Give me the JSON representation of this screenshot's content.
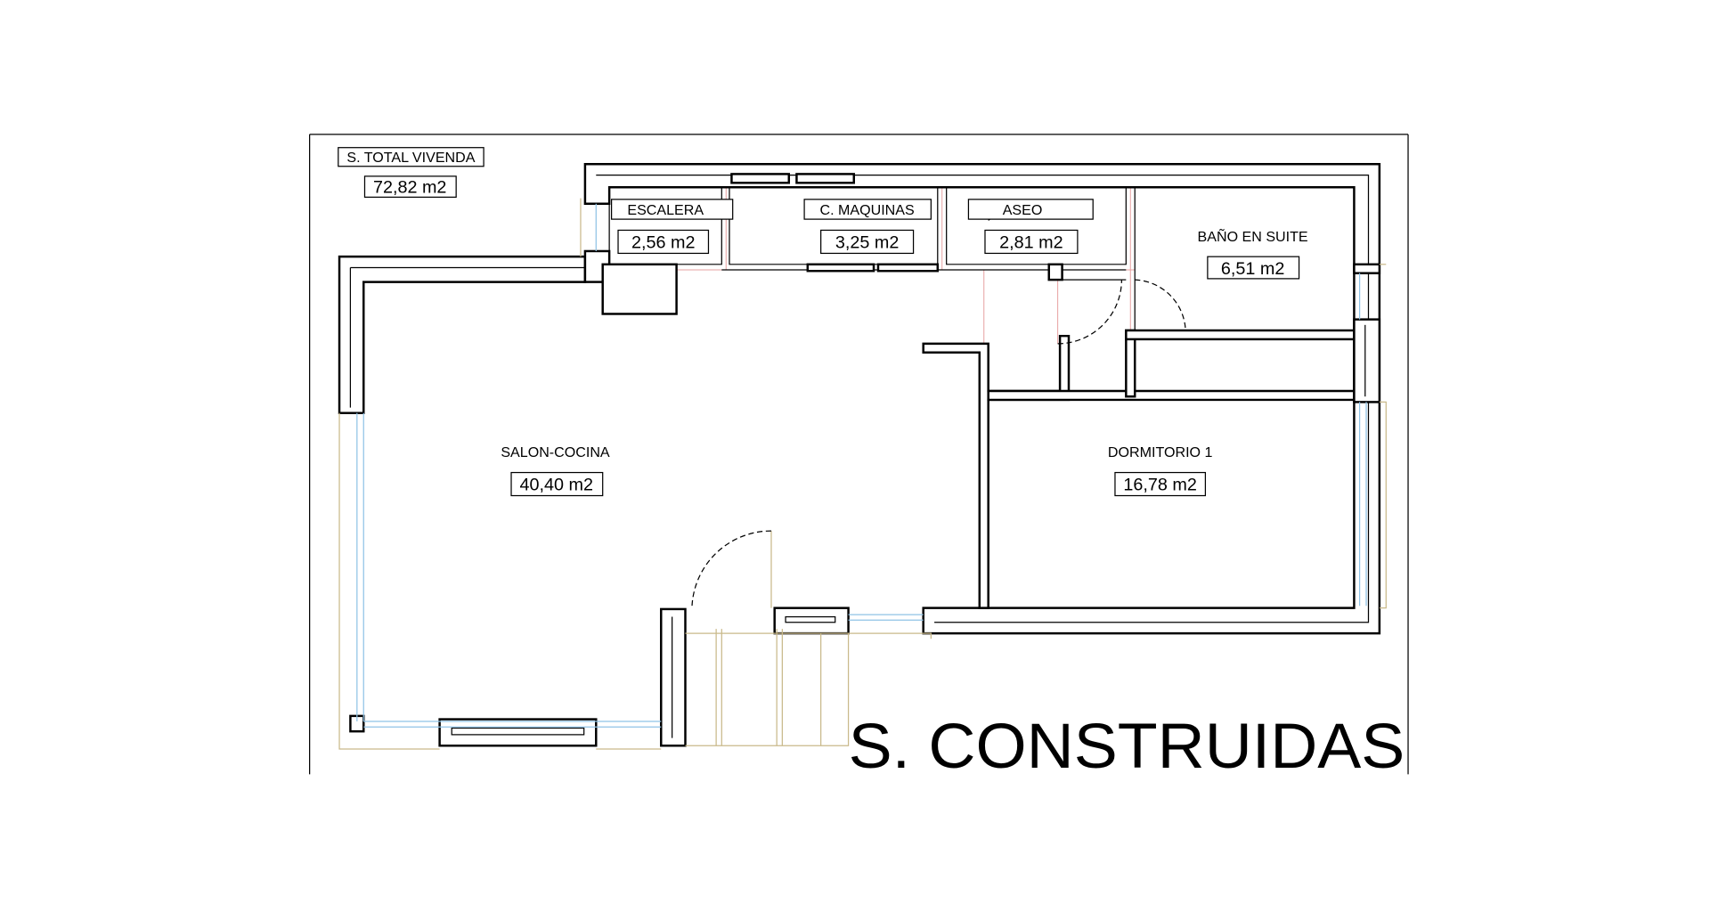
{
  "title": "S. CONSTRUIDAS",
  "total": {
    "label": "S. TOTAL VIVENDA",
    "area": "72,82 m2"
  },
  "rooms": [
    {
      "name": "ESCALERA",
      "area": "2,56 m2"
    },
    {
      "name": "C. MAQUINAS",
      "area": "3,25 m2"
    },
    {
      "name": "ASEO",
      "area": "2,81 m2"
    },
    {
      "name": "BAÑO EN SUITE",
      "area": "6,51 m2"
    },
    {
      "name": "SALON-COCINA",
      "area": "40,40 m2"
    },
    {
      "name": "DORMITORIO 1",
      "area": "16,78 m2"
    }
  ]
}
